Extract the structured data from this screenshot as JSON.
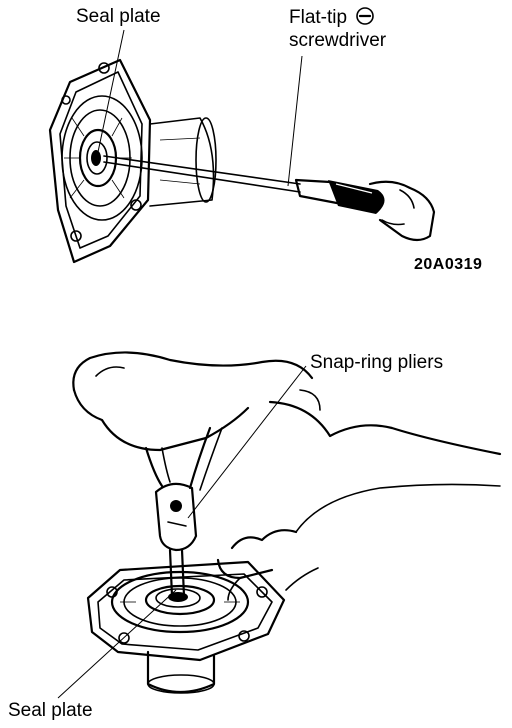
{
  "top_figure": {
    "label_seal_plate": "Seal plate",
    "label_tool_line1": "Flat-tip",
    "label_tool_minus_icon": "minus-circle-icon",
    "label_tool_line2": "screwdriver",
    "figure_code": "20A0319"
  },
  "bottom_figure": {
    "label_pliers": "Snap-ring pliers",
    "label_seal_plate": "Seal plate"
  }
}
